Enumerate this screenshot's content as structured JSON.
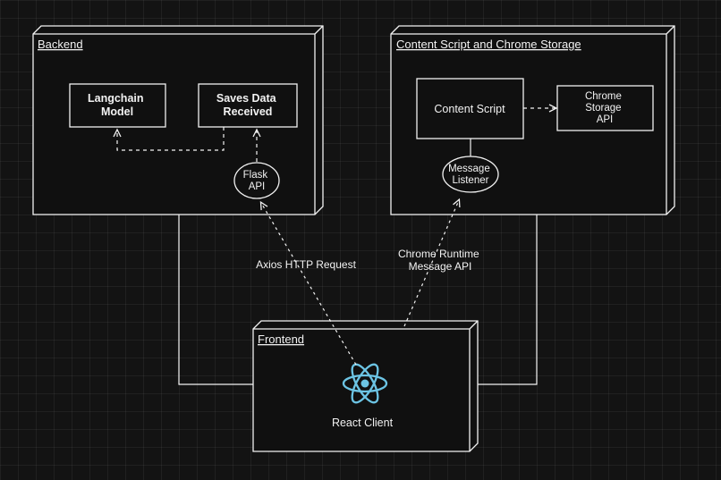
{
  "colors": {
    "background": "#131313",
    "grid_line": "#1f1f1f",
    "stroke": "#f2f2f2",
    "node_fill": "#101010",
    "react_blue": "#6cc4e4"
  },
  "icons": {
    "react_logo": "react-atom"
  },
  "nodes": {
    "backend": {
      "title": "Backend",
      "langchain_model": {
        "lines": [
          "Langchain",
          "Model"
        ]
      },
      "saves_data": {
        "lines": [
          "Saves Data",
          "Received"
        ]
      },
      "flask_api": {
        "lines": [
          "Flask",
          "API"
        ]
      }
    },
    "content": {
      "title": "Content Script and Chrome Storage",
      "content_script": {
        "label": "Content Script"
      },
      "chrome_storage": {
        "lines": [
          "Chrome",
          "Storage",
          "API"
        ]
      },
      "message_listener": {
        "lines": [
          "Message",
          "Listener"
        ]
      }
    },
    "frontend": {
      "title": "Frontend",
      "react_client_label": "React Client"
    }
  },
  "edges": {
    "axios_label": "Axios HTTP Request",
    "chrome_runtime": {
      "lines": [
        "Chrome Runtime",
        "Message API"
      ]
    }
  }
}
